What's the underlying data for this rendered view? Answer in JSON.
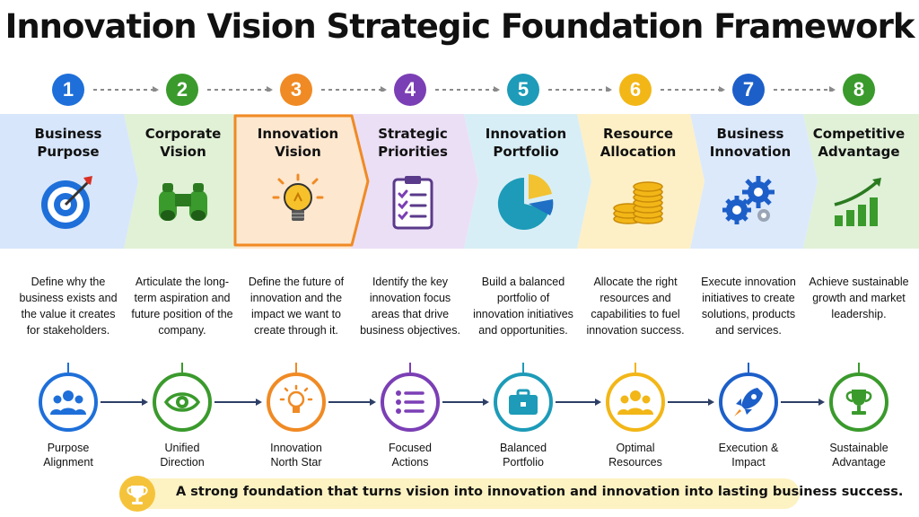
{
  "title": "Innovation Vision Strategic Foundation Framework",
  "steps": [
    {
      "number": "1",
      "title": "Business\nPurpose",
      "description": "Define why the business exists and the value it creates for stakeholders.",
      "outcome": "Purpose\nAlignment",
      "color": "#1e6fd9",
      "icon": "target-icon",
      "outcome_icon": "people-group-icon"
    },
    {
      "number": "2",
      "title": "Corporate\nVision",
      "description": "Articulate the long-term aspiration and future position of the company.",
      "outcome": "Unified\nDirection",
      "color": "#3a9a2c",
      "icon": "binoculars-icon",
      "outcome_icon": "eye-icon"
    },
    {
      "number": "3",
      "title": "Innovation\nVision",
      "description": "Define the future of innovation and the impact we want to create through it.",
      "outcome": "Innovation\nNorth Star",
      "color": "#f08a24",
      "icon": "lightbulb-icon",
      "outcome_icon": "lightbulb-icon"
    },
    {
      "number": "4",
      "title": "Strategic\nPriorities",
      "description": "Identify the key innovation focus areas that drive business objectives.",
      "outcome": "Focused\nActions",
      "color": "#7b3fb5",
      "icon": "clipboard-checklist-icon",
      "outcome_icon": "list-icon"
    },
    {
      "number": "5",
      "title": "Innovation\nPortfolio",
      "description": "Build a balanced portfolio of innovation initiatives and opportunities.",
      "outcome": "Balanced\nPortfolio",
      "color": "#1d9bb8",
      "icon": "pie-chart-icon",
      "outcome_icon": "briefcase-icon"
    },
    {
      "number": "6",
      "title": "Resource\nAllocation",
      "description": "Allocate the right resources and capabilities to fuel innovation success.",
      "outcome": "Optimal\nResources",
      "color": "#f2b617",
      "icon": "coins-icon",
      "outcome_icon": "people-group-icon"
    },
    {
      "number": "7",
      "title": "Business\nInnovation",
      "description": "Execute innovation initiatives to create solutions, products and services.",
      "outcome": "Execution &\nImpact",
      "color": "#1d5fc9",
      "icon": "gears-icon",
      "outcome_icon": "rocket-icon"
    },
    {
      "number": "8",
      "title": "Competitive\nAdvantage",
      "description": "Achieve sustainable growth and market leadership.",
      "outcome": "Sustainable\nAdvantage",
      "color": "#3a9a2c",
      "icon": "growth-chart-icon",
      "outcome_icon": "trophy-icon"
    }
  ],
  "footer": {
    "text": "A strong foundation that turns vision into innovation and innovation into lasting business success.",
    "icon": "trophy-icon"
  }
}
